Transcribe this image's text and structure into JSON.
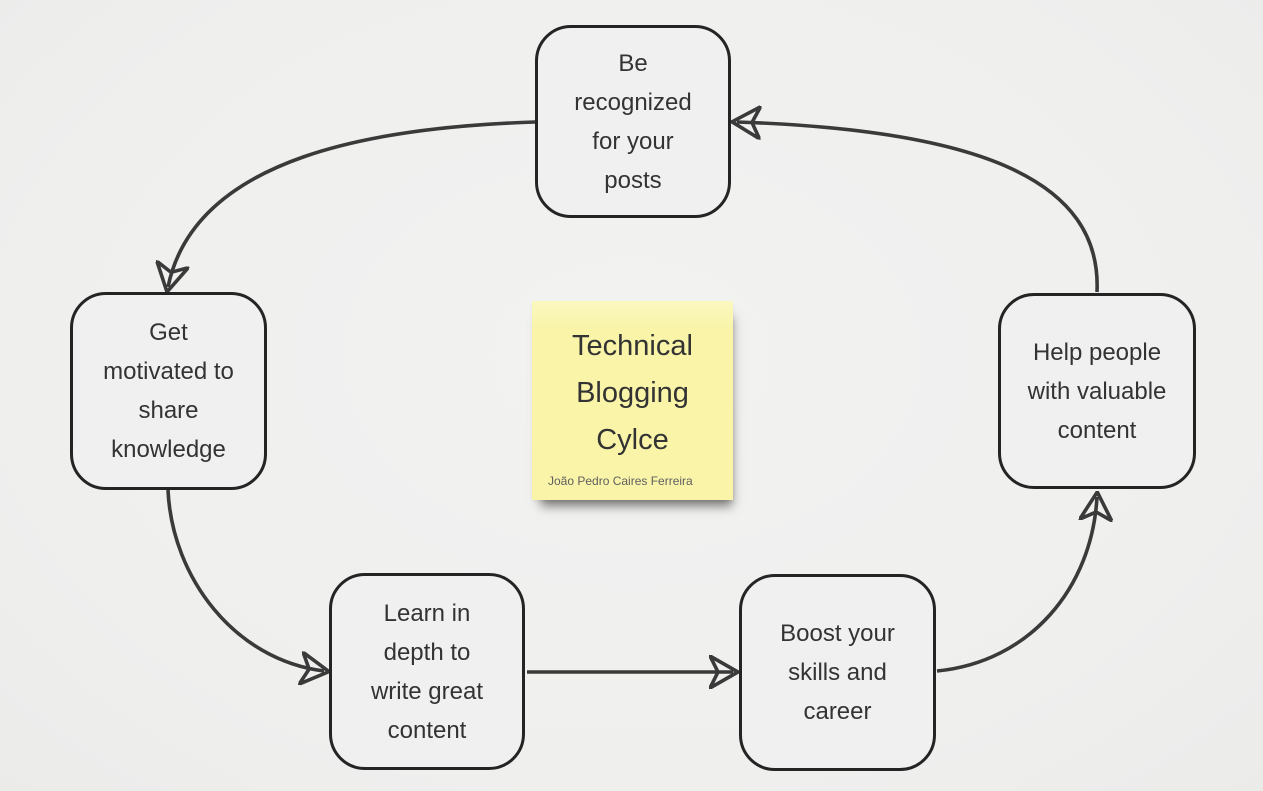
{
  "colors": {
    "background": "#f0f0f0",
    "node_border": "#242424",
    "node_fill": "#f0f0f0",
    "node_text": "#333333",
    "arrow": "#3a3a3a",
    "note_background": "#f9f4a8",
    "note_title_text": "#333333",
    "note_author_text": "#5f5f5f"
  },
  "note": {
    "title_lines": [
      "Technical",
      "Blogging",
      "Cylce"
    ],
    "author": "João Pedro Caires Ferreira"
  },
  "nodes": [
    {
      "id": "be-recognized",
      "label_lines": [
        "Be",
        "recognized",
        "for your",
        "posts"
      ]
    },
    {
      "id": "get-motivated",
      "label_lines": [
        "Get",
        "motivated to",
        "share",
        "knowledge"
      ]
    },
    {
      "id": "learn-in-depth",
      "label_lines": [
        "Learn in",
        "depth to",
        "write great",
        "content"
      ]
    },
    {
      "id": "boost-skills",
      "label_lines": [
        "Boost your",
        "skills and",
        "career"
      ]
    },
    {
      "id": "help-people",
      "label_lines": [
        "Help people",
        "with valuable",
        "content"
      ]
    }
  ],
  "edges": [
    {
      "from": "be-recognized",
      "to": "get-motivated"
    },
    {
      "from": "get-motivated",
      "to": "learn-in-depth"
    },
    {
      "from": "learn-in-depth",
      "to": "boost-skills"
    },
    {
      "from": "boost-skills",
      "to": "help-people"
    },
    {
      "from": "help-people",
      "to": "be-recognized"
    }
  ]
}
